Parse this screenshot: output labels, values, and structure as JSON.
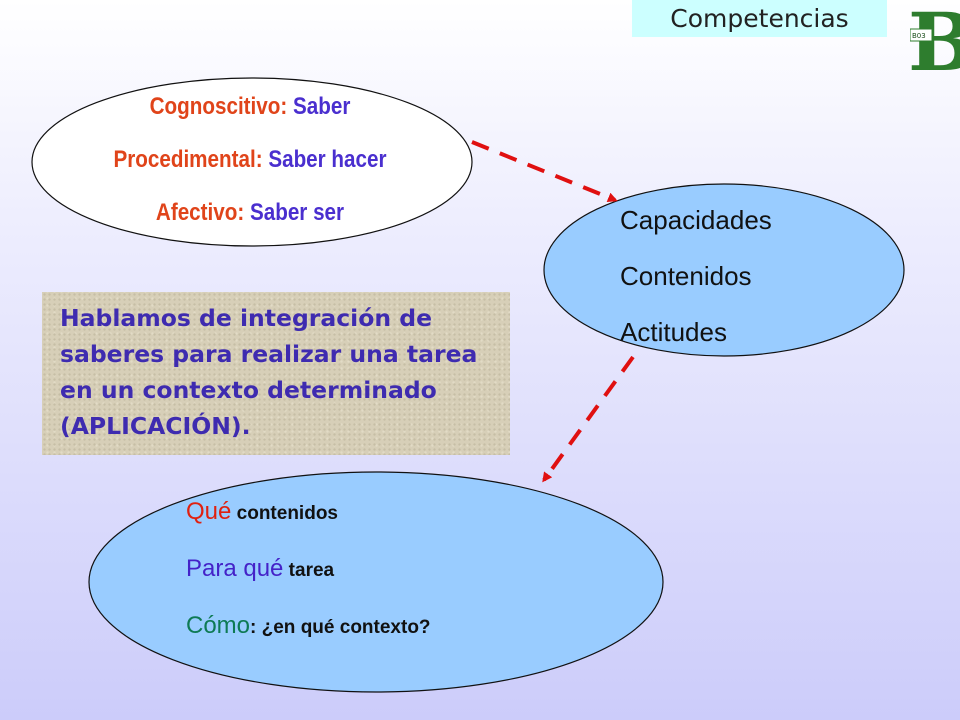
{
  "header": {
    "tag_label": "Competencias"
  },
  "logo": {
    "letter": "B",
    "caption": "B03"
  },
  "top_ellipse": {
    "items": [
      {
        "key": "Cognoscitivo:",
        "value": "Saber"
      },
      {
        "key": "Procedimental:",
        "value": "Saber hacer"
      },
      {
        "key": "Afectivo:",
        "value": "Saber ser"
      }
    ]
  },
  "right_ellipse": {
    "items": [
      "Capacidades",
      "Contenidos",
      "Actitudes"
    ]
  },
  "text_box": {
    "text": "Hablamos de integración de saberes para realizar una tarea en un contexto determinado (APLICACIÓN)."
  },
  "bottom_ellipse": {
    "lines": [
      {
        "lead": "Qué",
        "rest": " contenidos"
      },
      {
        "lead": "Para qué",
        "rest": " tarea"
      },
      {
        "lead": "Cómo",
        "rest": ": ¿en qué contexto?"
      }
    ]
  },
  "colors": {
    "tag_bg": "#ccffff",
    "ellipse_fill": "#99ccff",
    "arrow": "#e01010",
    "orange_label": "#e0441a",
    "blue_label": "#4a2fcf",
    "box_text": "#3e2bb0"
  }
}
